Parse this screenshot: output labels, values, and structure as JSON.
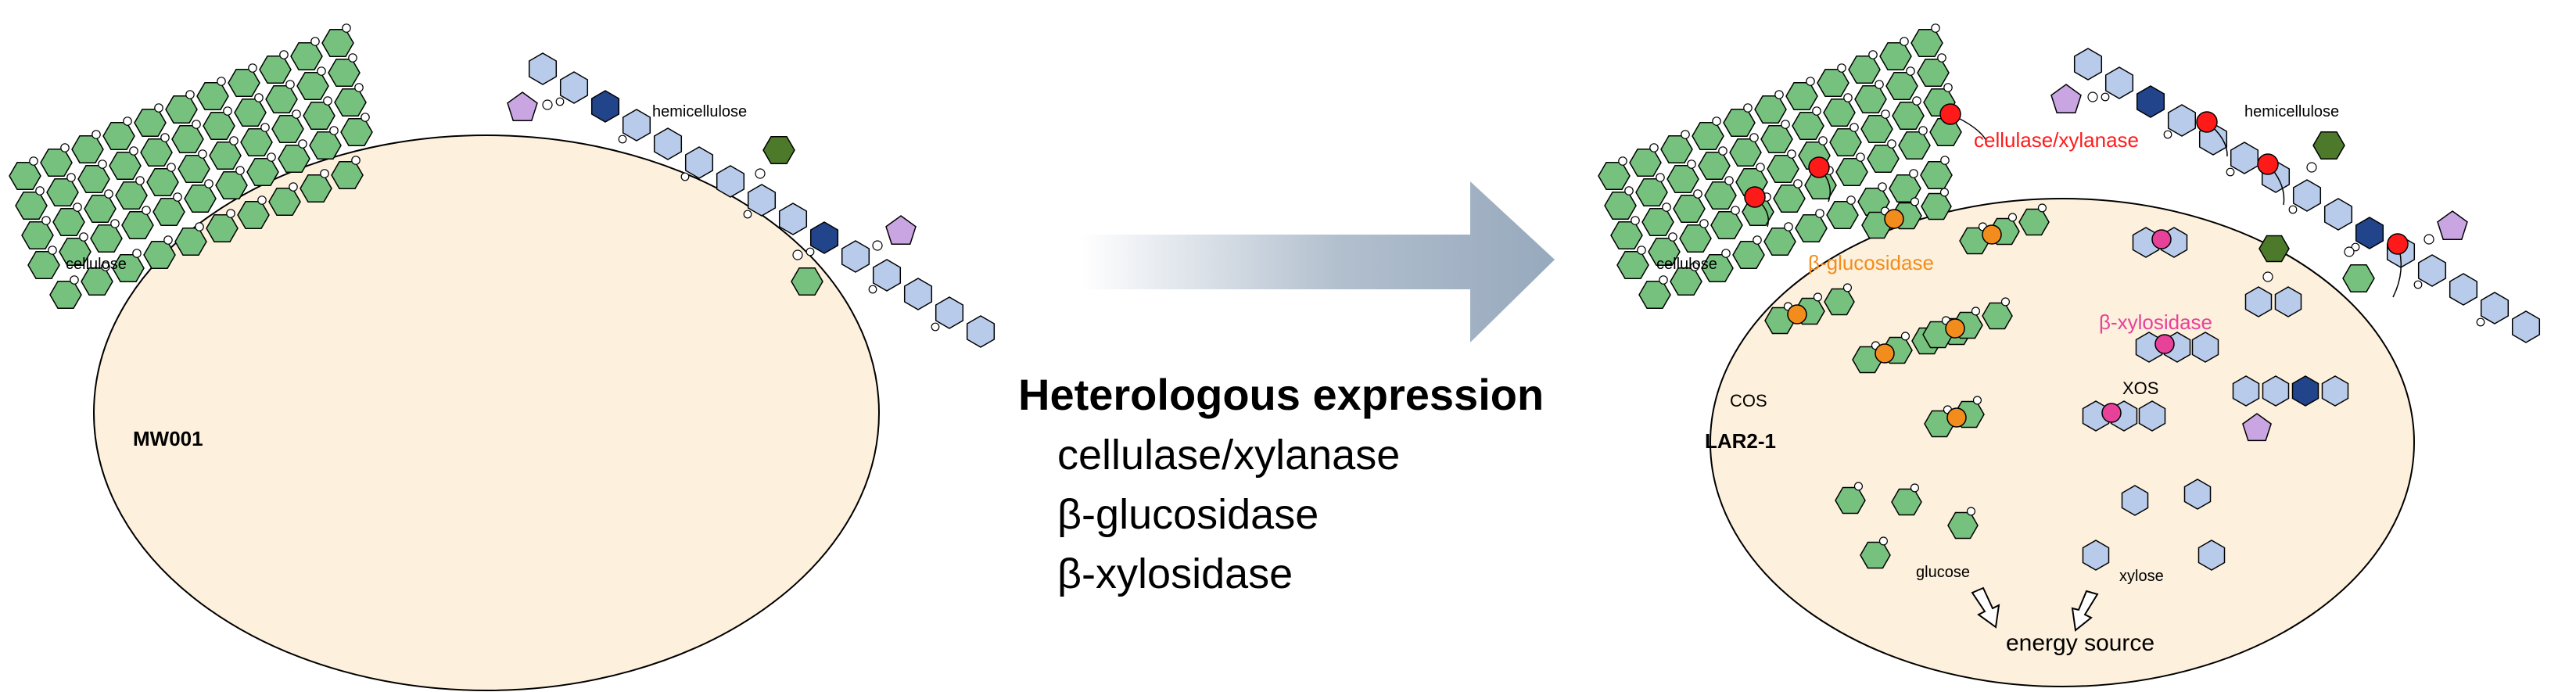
{
  "colors": {
    "glucose": "#77c17f",
    "xylose": "#b8cbea",
    "xylose_dark": "#22448a",
    "branch_green": "#4d7a2a",
    "arabinose": "#c9a5e2",
    "cell_fill": "#fdf0dc",
    "enzyme_red": "#ff1a1a",
    "enzyme_orange": "#f28c1c",
    "enzyme_pink": "#e8419a",
    "arrow": "#97a9bd",
    "text": "#000000"
  },
  "left_cell": {
    "name": "MW001",
    "labels": {
      "cellulose": "cellulose",
      "hemicellulose": "hemicellulose"
    }
  },
  "right_cell": {
    "name": "LAR2-1",
    "labels": {
      "cellulose": "cellulose",
      "hemicellulose": "hemicellulose",
      "cellulase_xylanase": "cellulase/xylanase",
      "beta_glucosidase": "β-glucosidase",
      "beta_xylosidase": "β-xylosidase",
      "cos": "COS",
      "xos": "XOS",
      "glucose": "glucose",
      "xylose": "xylose",
      "energy_source": "energy source"
    }
  },
  "middle": {
    "title": "Heterologous expression",
    "items": [
      "cellulase/xylanase",
      "β-glucosidase",
      "β-xylosidase"
    ]
  }
}
